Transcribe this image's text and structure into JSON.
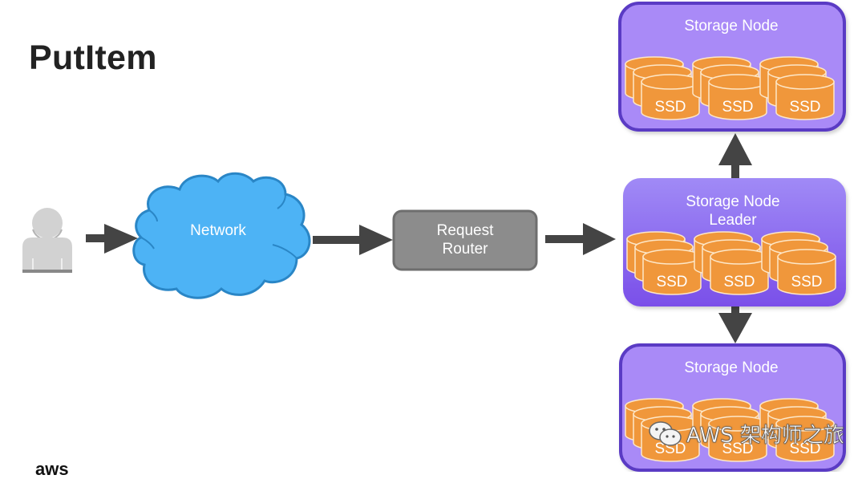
{
  "slide": {
    "title": "PutItem",
    "footer_logo": "aws"
  },
  "diagram": {
    "client": {
      "icon": "user-icon"
    },
    "network": {
      "label": "Network",
      "fill": "#4db3f5",
      "stroke": "#2a86c6"
    },
    "router": {
      "line1": "Request",
      "line2": "Router",
      "fill": "#8c8c8c",
      "stroke": "#6e6e6e"
    },
    "storage_nodes": [
      {
        "id": "top",
        "title_line1": "Storage Node",
        "title_line2": "",
        "disks": [
          "SSD",
          "SSD",
          "SSD"
        ]
      },
      {
        "id": "leader",
        "title_line1": "Storage Node",
        "title_line2": "Leader",
        "disks": [
          "SSD",
          "SSD",
          "SSD"
        ]
      },
      {
        "id": "bottom",
        "title_line1": "Storage Node",
        "title_line2": "",
        "disks": [
          "SSD",
          "SSD",
          "SSD"
        ]
      }
    ],
    "colors": {
      "node_fill": "#a98af7",
      "node_border": "#5a3bc4",
      "leader_top": "#9f84f6",
      "leader_bottom": "#7a4fe9",
      "disk_fill": "#f0973b",
      "disk_stroke": "#fde7c8",
      "arrow": "#444444"
    }
  },
  "watermark": {
    "text": "AWS 架构师之旅",
    "icon": "wechat-icon"
  }
}
